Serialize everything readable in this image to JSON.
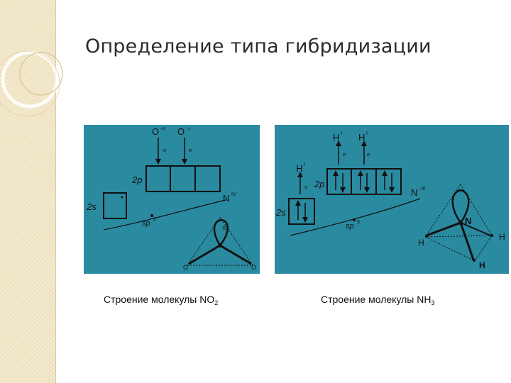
{
  "slide": {
    "title": "Определение типа гибридизации"
  },
  "no2": {
    "labels": {
      "o_top_left": "O",
      "o_top_left_charge": "-II",
      "o_top_right": "O",
      "o_top_right_charge": "-I",
      "sigma1": "σ",
      "sigma2": "σ",
      "orbital_2p": "2p",
      "orbital_2s": "2s",
      "atom_n": "N",
      "atom_n_charge": "IV",
      "hybrid": "sp",
      "hybrid_power": "2",
      "lone_pair": "π",
      "o_bottom_left": "O",
      "o_bottom_right": "O"
    },
    "caption_prefix": "Строение молекулы NO",
    "caption_sub": "2"
  },
  "nh3": {
    "labels": {
      "h1": "H",
      "h1_charge": "I",
      "h2": "H",
      "h2_charge": "I",
      "h3": "H",
      "h3_charge": "I",
      "sigma1": "σ",
      "sigma2": "σ",
      "sigma3": "σ",
      "orbital_2p": "2p",
      "orbital_2s": "2s",
      "atom_n": "N",
      "atom_n_charge": "-III",
      "hybrid": "sp",
      "hybrid_power": "3",
      "mol_n": "N",
      "mol_h_left": "H",
      "mol_h_right": "H",
      "mol_h_bottom": "H"
    },
    "caption_prefix": "Строение молекулы NH",
    "caption_sub": "3"
  },
  "colors": {
    "sidebar": "#f1e6c6",
    "diagram_bg": "#2a8aa0",
    "ink": "#111111"
  }
}
